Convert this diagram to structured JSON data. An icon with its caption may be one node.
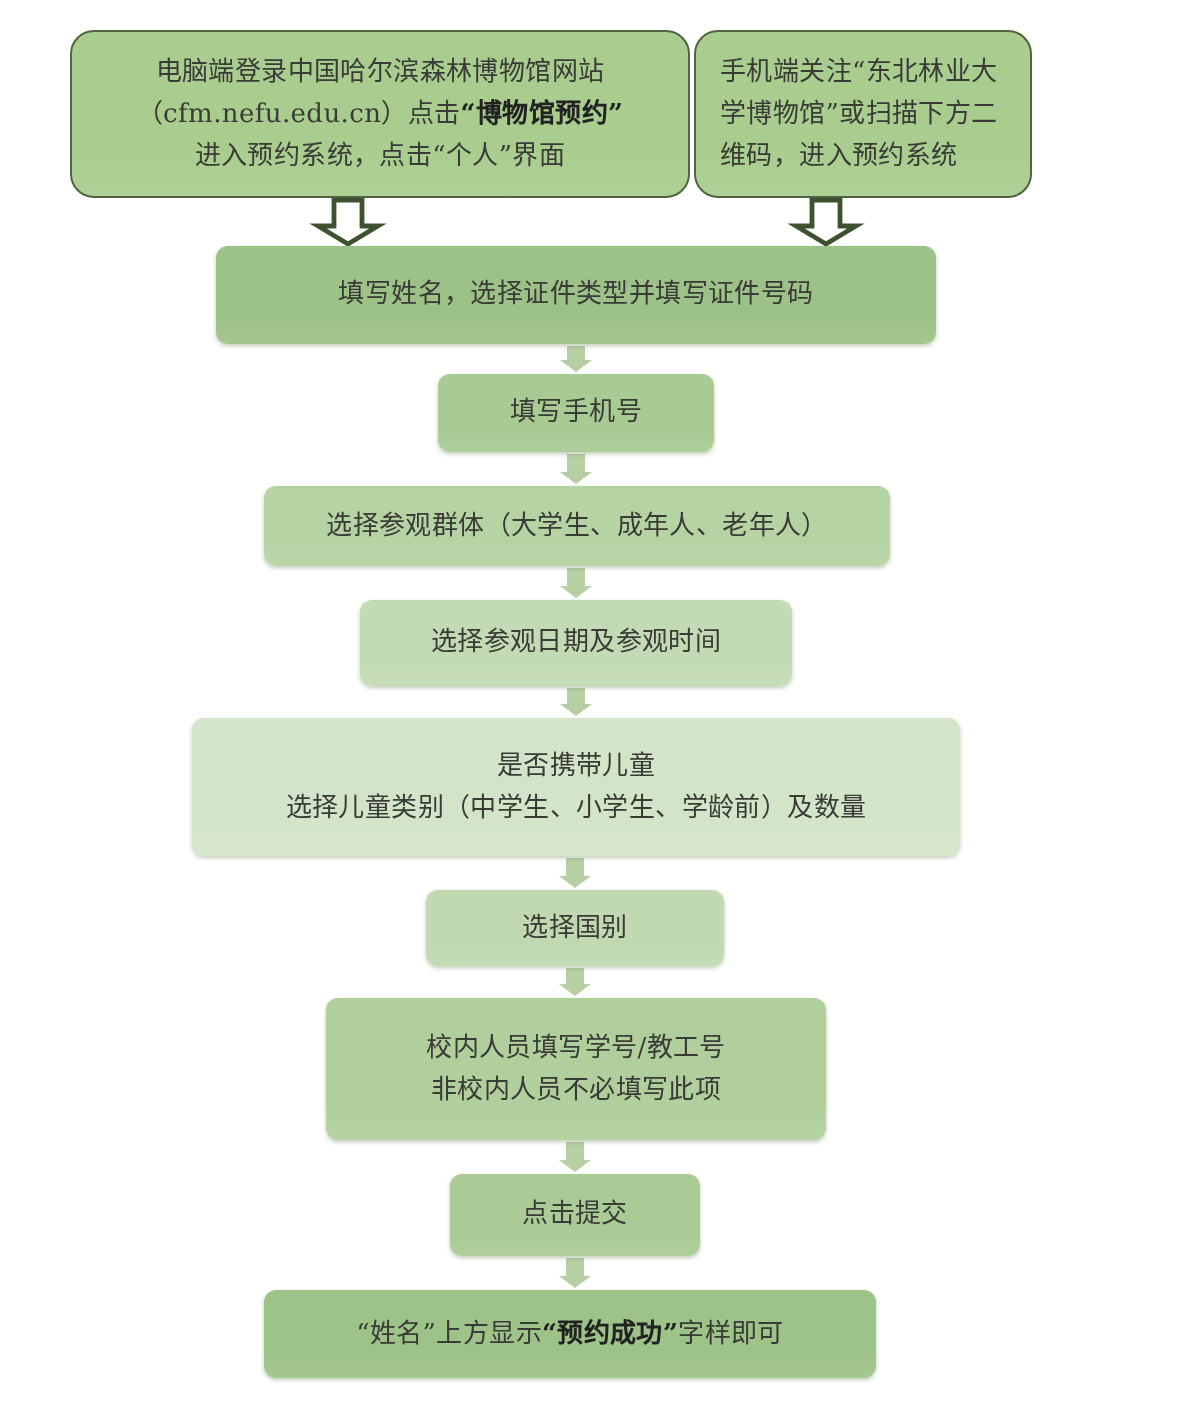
{
  "diagram": {
    "nodes": [
      {
        "text": [
          "电脑端登录中国哈尔滨森林博物馆网站（cfm.nefu.edu.cn）点击**“博物馆预约”**进入预约系统，点击“个人”界面"
        ]
      },
      {
        "text": [
          "手机端关注“东北林业大学博物馆”或扫描下方二维码，进入预约系统"
        ]
      },
      {
        "text": [
          "填写姓名，选择证件类型并填写证件号码"
        ]
      },
      {
        "text": [
          "填写手机号"
        ]
      },
      {
        "text": [
          "选择参观群体（大学生、成年人、老年人）"
        ]
      },
      {
        "text": [
          "选择参观日期及参观时间"
        ]
      },
      {
        "text": [
          "是否携带儿童",
          "选择儿童类别（中学生、小学生、学龄前）及数量"
        ]
      },
      {
        "text": [
          "选择国别"
        ]
      },
      {
        "text": [
          "校内人员填写学号/教工号",
          "非校内人员不必填写此项"
        ]
      },
      {
        "text": [
          "点击提交"
        ]
      },
      {
        "text": [
          "“姓名”上方显示**“预约成功”**字样即可"
        ]
      }
    ],
    "edges": [
      {
        "from": 0,
        "to": 2,
        "arrow": "to",
        "style": "thick",
        "color": "#3e5230"
      },
      {
        "from": 1,
        "to": 2,
        "arrow": "to",
        "style": "thick",
        "color": "#3e5230"
      },
      {
        "from": 2,
        "to": 3,
        "arrow": "to"
      },
      {
        "from": 3,
        "to": 4,
        "arrow": "to"
      },
      {
        "from": 4,
        "to": 5,
        "arrow": "to"
      },
      {
        "from": 5,
        "to": 6,
        "arrow": "to"
      },
      {
        "from": 6,
        "to": 7,
        "arrow": "to"
      },
      {
        "from": 7,
        "to": 8,
        "arrow": "to"
      },
      {
        "from": 8,
        "to": 9,
        "arrow": "to"
      },
      {
        "from": 9,
        "to": 10,
        "arrow": "to"
      }
    ]
  }
}
